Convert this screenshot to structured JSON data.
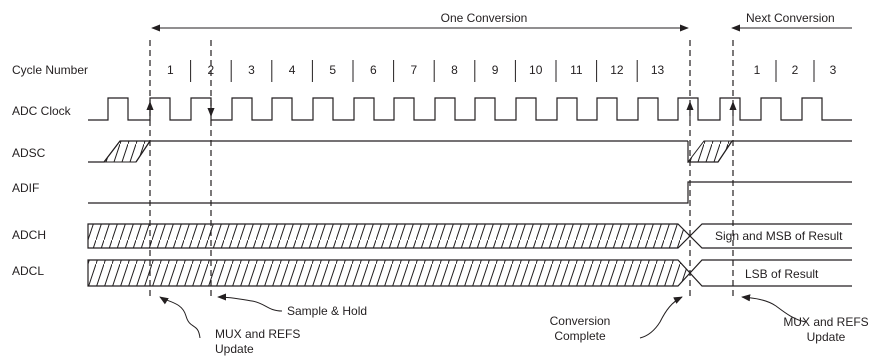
{
  "header": {
    "one_conversion": "One Conversion",
    "next_conversion": "Next Conversion"
  },
  "rows": {
    "cycle_number": "Cycle Number",
    "adc_clock": "ADC Clock",
    "adsc": "ADSC",
    "adif": "ADIF",
    "adch": "ADCH",
    "adcl": "ADCL"
  },
  "cycles": [
    "1",
    "2",
    "3",
    "4",
    "5",
    "6",
    "7",
    "8",
    "9",
    "10",
    "11",
    "12",
    "13"
  ],
  "next_cycles": [
    "1",
    "2",
    "3"
  ],
  "data_labels": {
    "adch_result": "Sign and MSB of Result",
    "adcl_result": "LSB of Result"
  },
  "annotations": {
    "mux_line1": "MUX and REFS",
    "mux_line2": "Update",
    "sample_hold": "Sample & Hold",
    "conv_line1": "Conversion",
    "conv_line2": "Complete",
    "mux2_line1": "MUX and REFS",
    "mux2_line2": "Update"
  }
}
